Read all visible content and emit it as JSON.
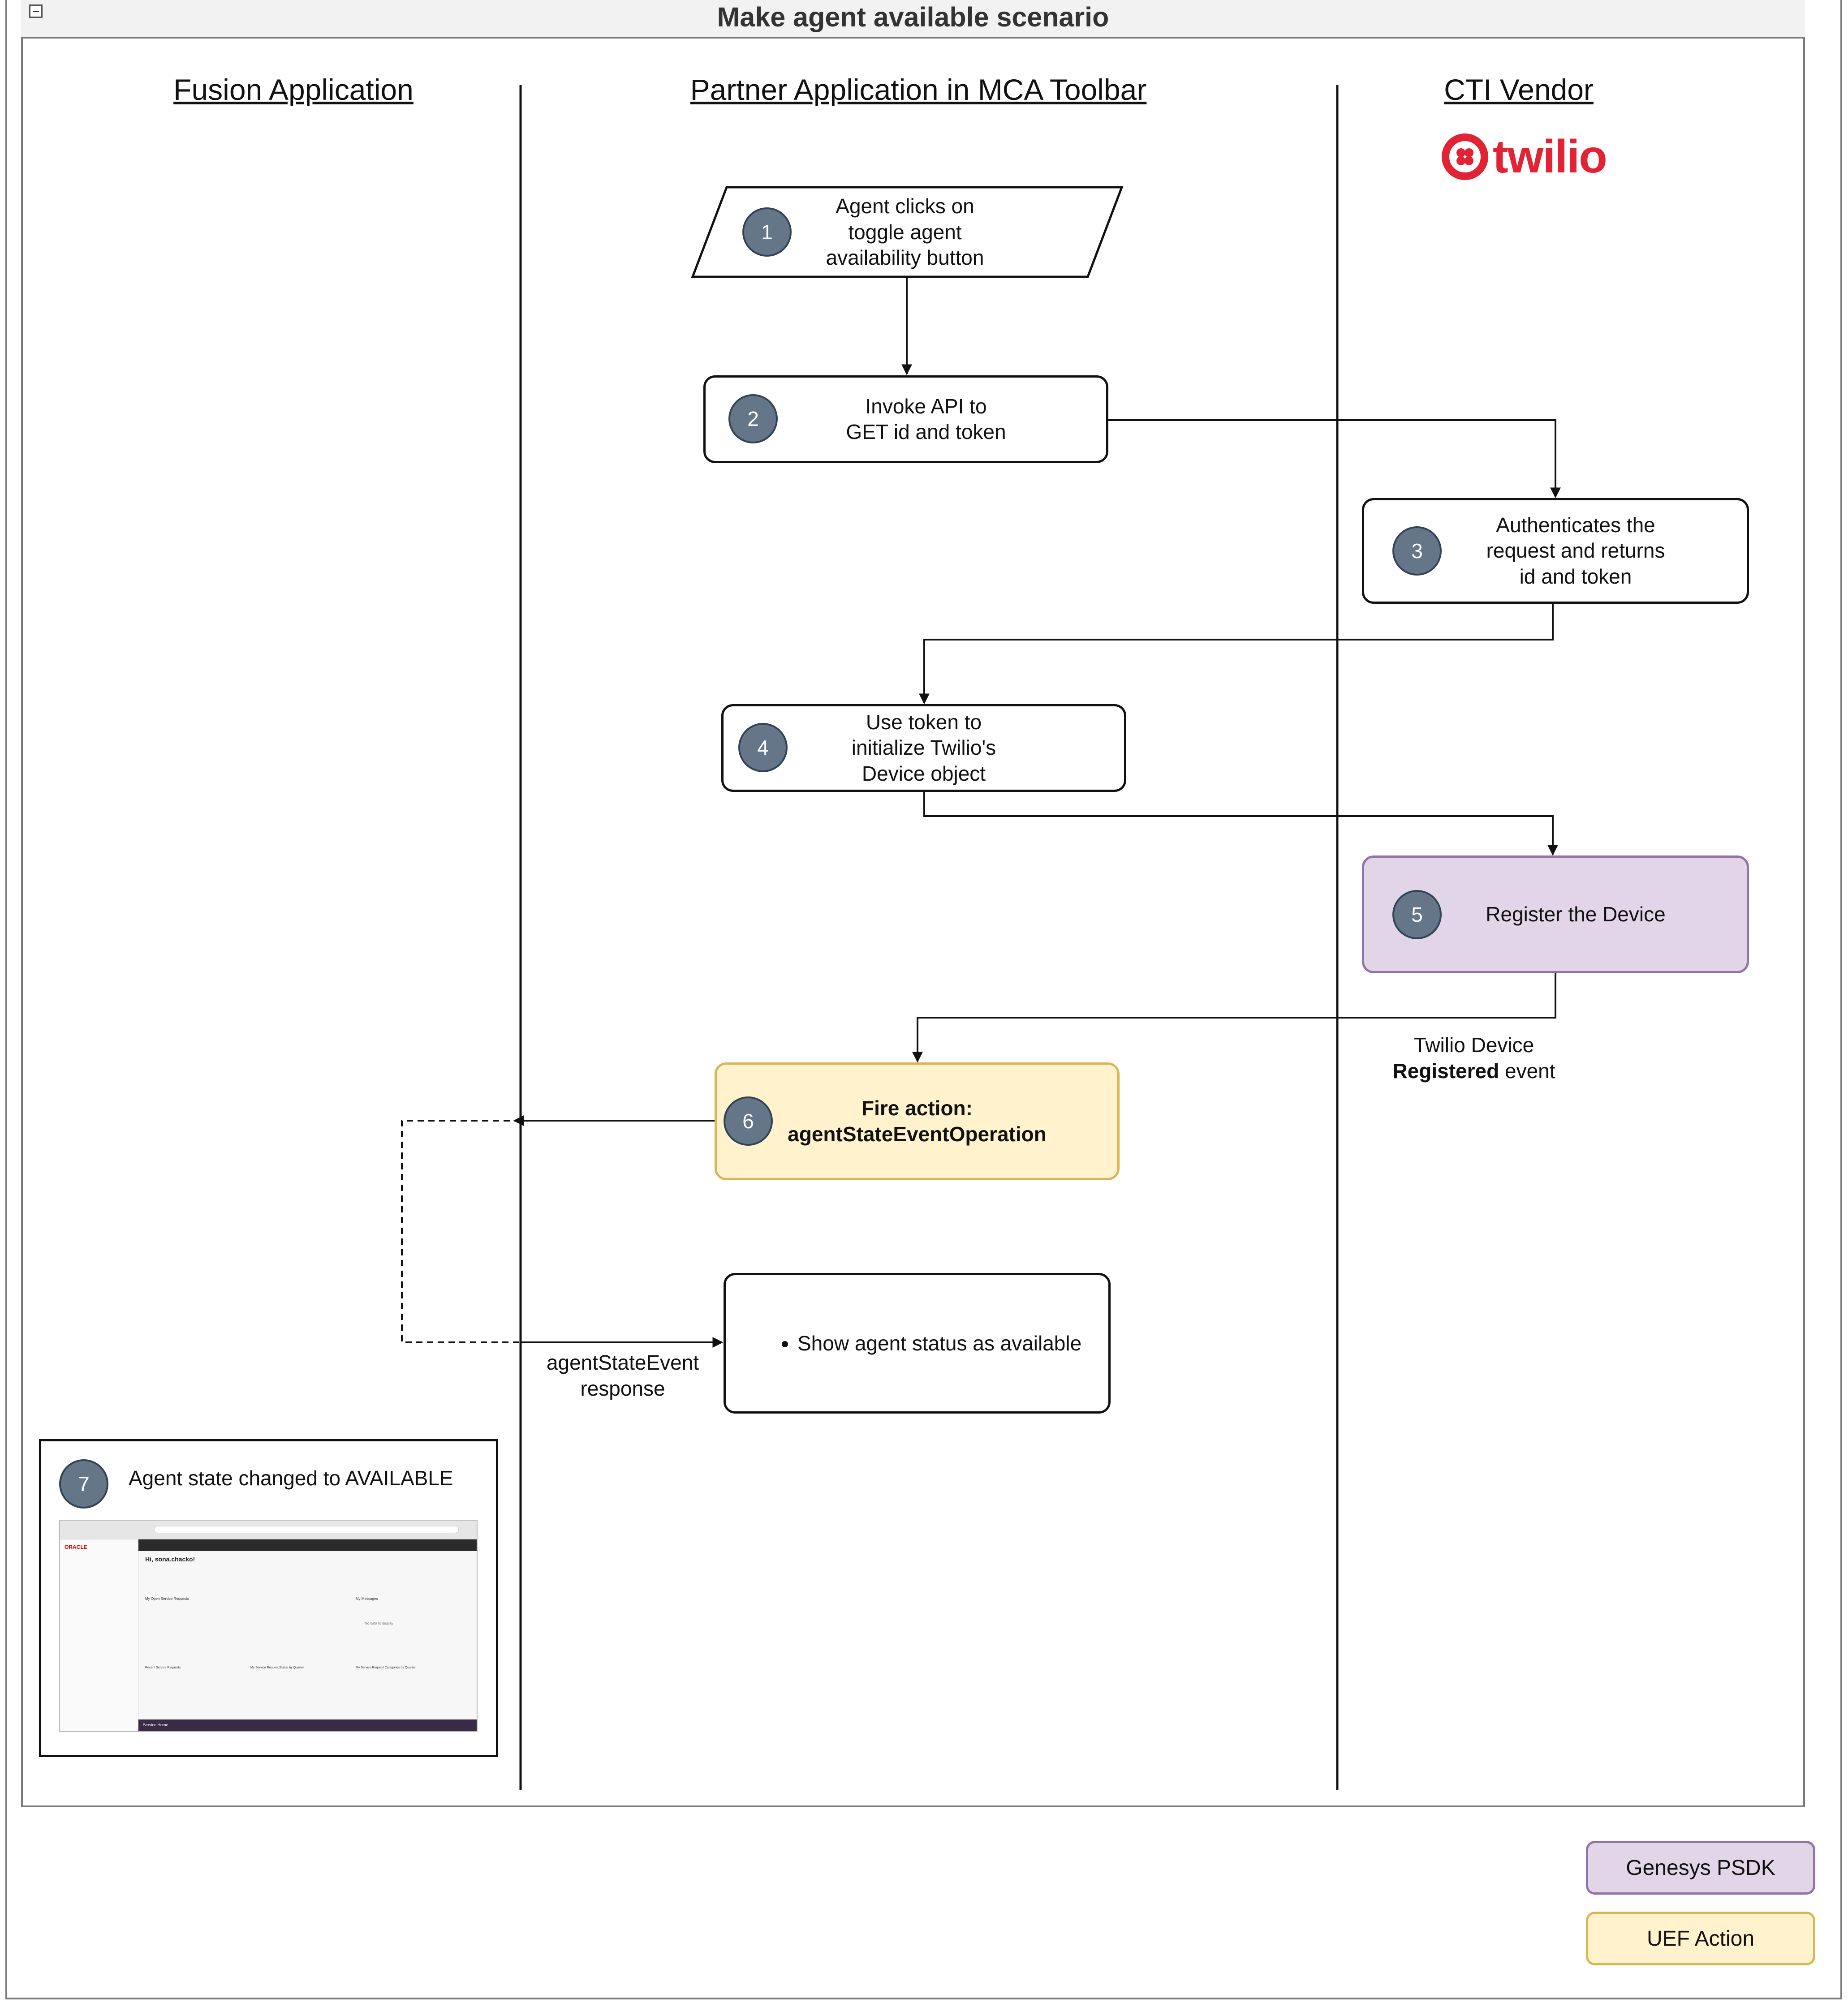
{
  "title": "Make agent available scenario",
  "lanes": [
    "Fusion Application",
    "Partner Application in MCA Toolbar",
    "CTI Vendor"
  ],
  "vendor_logo_text": "twilio",
  "steps": [
    {
      "num": "1",
      "text": "Agent clicks on\ntoggle agent\navailability button"
    },
    {
      "num": "2",
      "text": "Invoke API to\nGET id and token"
    },
    {
      "num": "3",
      "text": "Authenticates the\nrequest and returns\nid and token"
    },
    {
      "num": "4",
      "text": "Use token to\ninitialize Twilio's\nDevice object"
    },
    {
      "num": "5",
      "text": "Register the Device"
    },
    {
      "num": "6",
      "text": "Fire action:\nagentStateEventOperation"
    },
    {
      "num": "7",
      "text": "Agent state changed to AVAILABLE"
    }
  ],
  "show_status_text": "Show agent status as available",
  "twilio_event": {
    "line1": "Twilio Device",
    "bold": "Registered",
    "rest": " event"
  },
  "response_label": "agentStateEvent\nresponse",
  "legend": [
    {
      "label": "Genesys PSDK",
      "fill": "#e1d5e7",
      "stroke": "#9673a6"
    },
    {
      "label": "UEF Action",
      "fill": "#fff2cc",
      "stroke": "#d6b656"
    }
  ],
  "screenshot": {
    "brand": "ORACLE",
    "greeting": "Hi, sona.chacko!",
    "sections": [
      "My Open Service Requests",
      "My Messages",
      "Recent Service Requests",
      "My Service Request Status by Quarter",
      "My Service Request Categories by Quarter"
    ],
    "empty_text": "No data to display",
    "footer": "Service Home"
  }
}
